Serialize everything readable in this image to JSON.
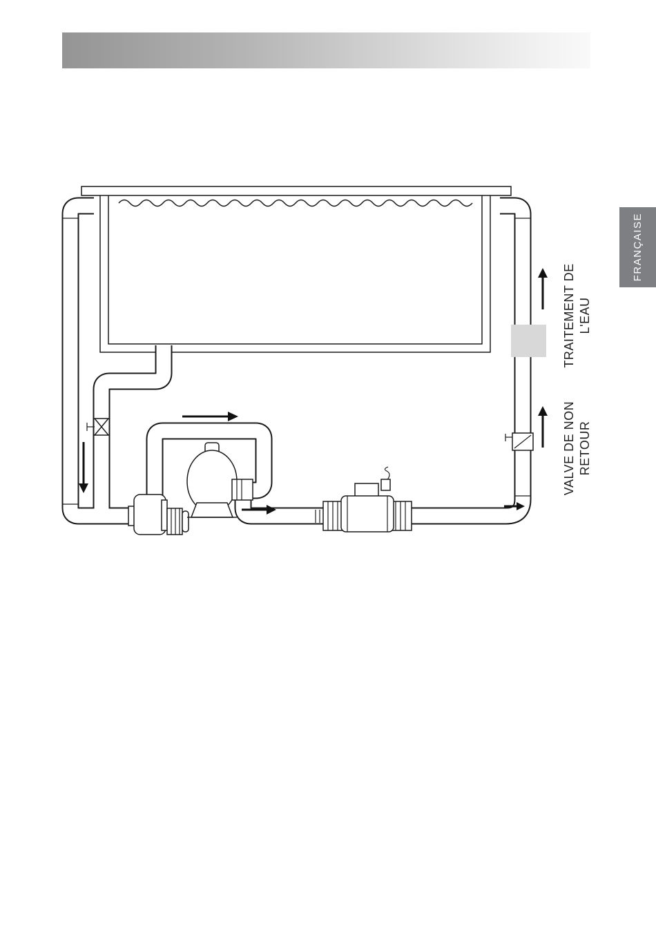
{
  "page": {
    "language_tab": {
      "label": "FRANÇAISE"
    }
  },
  "colors": {
    "header_gradient_start": "#949494",
    "header_gradient_end": "#f9f9f9",
    "language_tab_bg": "#7d7f82",
    "language_tab_text": "#ffffff",
    "diagram_line": "#1a1a1a",
    "treatment_box_fill": "#d8d8d8"
  },
  "diagram": {
    "labels": {
      "water_treatment": {
        "line1": "TRAITEMENT DE",
        "line2": "L'EAU"
      },
      "check_valve": {
        "line1": "VALVE DE NON",
        "line2": "RETOUR"
      }
    },
    "components": [
      "pool",
      "suction-pipe",
      "main-drain-pipe",
      "drain-valve",
      "pump",
      "sand-filter",
      "heater",
      "check-valve",
      "water-treatment-unit",
      "return-pipe"
    ],
    "flow_arrows": [
      "down",
      "right",
      "right",
      "right",
      "up",
      "up"
    ]
  }
}
